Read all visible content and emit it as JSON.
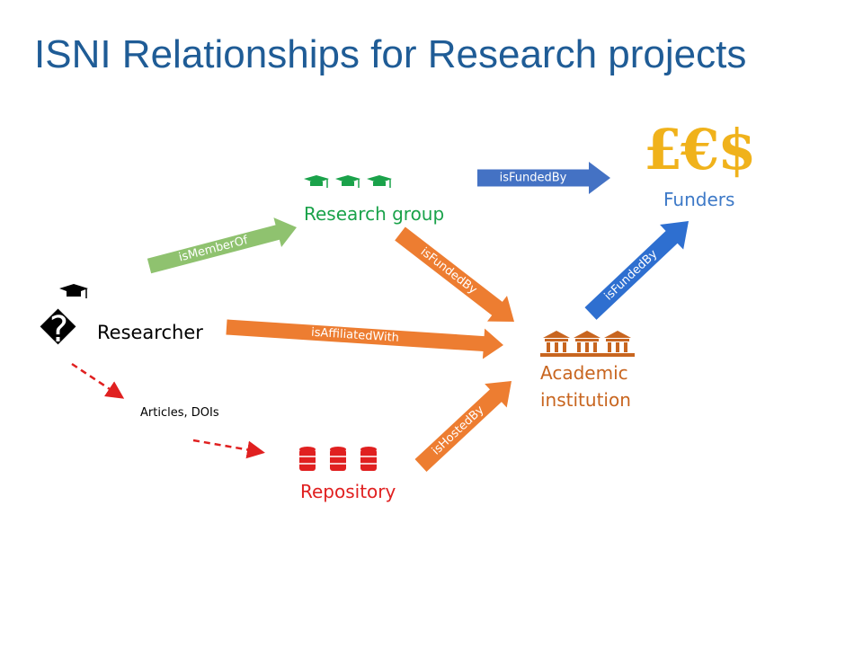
{
  "title": "ISNI Relationships for Research projects",
  "nodes": {
    "researcher": {
      "label": "Researcher",
      "icon": "researcher-icon",
      "glyph": "�"
    },
    "research_group": {
      "label": "Research group",
      "icon": "mortarboard-icon",
      "color": "#1aa24a"
    },
    "funders": {
      "label": "Funders",
      "symbols": "£€$",
      "icon": "currency-icon",
      "color": "#3d79c7",
      "symbol_color": "#f0b21b"
    },
    "academic_institution": {
      "label_line1": "Academic",
      "label_line2": "institution",
      "icon": "institution-building-icon",
      "color": "#c8651f"
    },
    "repository": {
      "label": "Repository",
      "icon": "database-icon",
      "color": "#e02020"
    },
    "articles": {
      "label": "Articles, DOIs"
    }
  },
  "relationships": [
    {
      "label": "isMemberOf",
      "from": "Researcher",
      "to": "Research group",
      "color": "#8fc26f"
    },
    {
      "label": "isAffiliatedWith",
      "from": "Researcher",
      "to": "Academic institution",
      "color": "#ed7d31"
    },
    {
      "label": "isFundedBy",
      "from": "Research group",
      "to": "Funders",
      "color": "#4472c4"
    },
    {
      "label": "isFundedBy",
      "from": "Research group",
      "to": "Academic institution",
      "color": "#ed7d31"
    },
    {
      "label": "isFundedBy",
      "from": "Academic institution",
      "to": "Funders",
      "color": "#2e6fd0"
    },
    {
      "label": "isHostedBy",
      "from": "Repository",
      "to": "Academic institution",
      "color": "#ed7d31"
    }
  ],
  "dashed_links": {
    "color": "#e02020"
  }
}
